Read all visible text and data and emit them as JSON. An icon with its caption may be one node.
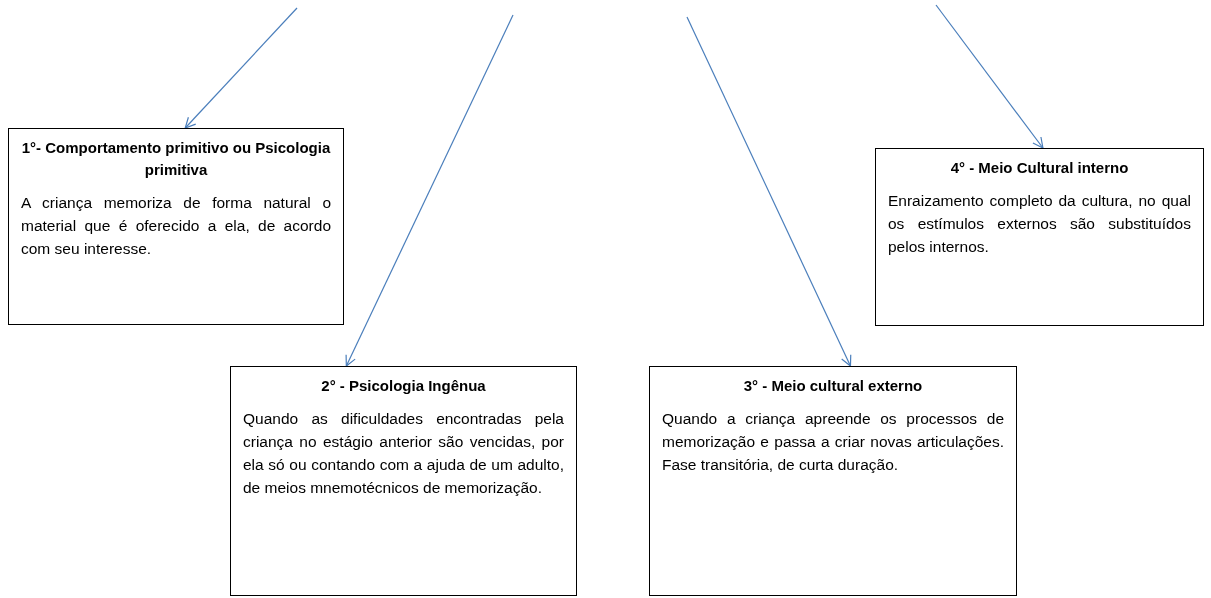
{
  "diagram": {
    "nodes": [
      {
        "text": [
          "1°- Comportamento primitivo ou Psicologia primitiva",
          "A criança memoriza de forma natural o material que é oferecido a ela, de acordo com seu interesse."
        ]
      },
      {
        "text": [
          "2° - Psicologia Ingênua",
          "Quando as dificuldades encontradas pela criança no estágio anterior são vencidas, por ela só ou contando com a ajuda de um adulto, de meios mnemotécnicos de memorização."
        ]
      },
      {
        "text": [
          "3° -  Meio cultural externo",
          "Quando a criança apreende os processos de memorização e passa a criar novas articulações. Fase transitória, de curta duração."
        ]
      },
      {
        "text": [
          "4° - Meio Cultural interno",
          "Enraizamento completo da cultura, no qual os estímulos externos são substituídos pelos internos."
        ]
      }
    ],
    "edges": [
      {
        "from": null,
        "to": 0,
        "arrow": "to"
      },
      {
        "from": null,
        "to": 1,
        "arrow": "to"
      },
      {
        "from": null,
        "to": 2,
        "arrow": "to"
      },
      {
        "from": null,
        "to": 3,
        "arrow": "to"
      }
    ]
  }
}
